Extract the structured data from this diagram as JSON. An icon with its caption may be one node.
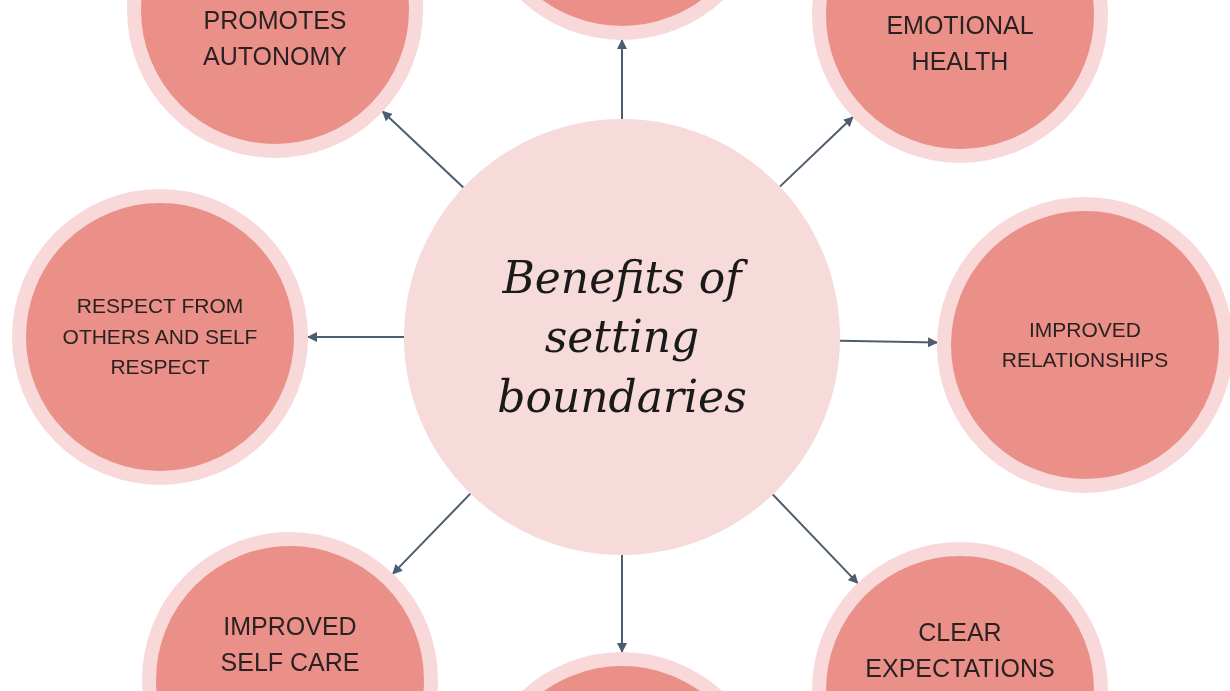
{
  "diagram": {
    "nodes": [
      {
        "text": [
          "Benefits of setting boundaries"
        ]
      },
      {
        "text": [
          "PROMOTES AUTONOMY"
        ]
      },
      {
        "text": [],
        "shape": "circle"
      },
      {
        "text": [
          "EMOTIONAL HEALTH"
        ]
      },
      {
        "text": [
          "RESPECT FROM OTHERS AND SELF RESPECT"
        ]
      },
      {
        "text": [
          "IMPROVED RELATIONSHIPS"
        ]
      },
      {
        "text": [
          "IMPROVED SELF CARE"
        ]
      },
      {
        "text": [],
        "shape": "circle"
      },
      {
        "text": [
          "CLEAR EXPECTATIONS"
        ]
      }
    ],
    "edges": [
      {
        "from": 0,
        "to": 1,
        "arrow": "to"
      },
      {
        "from": 0,
        "to": 2,
        "arrow": "to"
      },
      {
        "from": 0,
        "to": 3,
        "arrow": "to"
      },
      {
        "from": 0,
        "to": 4,
        "arrow": "to"
      },
      {
        "from": 0,
        "to": 5,
        "arrow": "to"
      },
      {
        "from": 0,
        "to": 6,
        "arrow": "to"
      },
      {
        "from": 0,
        "to": 7,
        "arrow": "to"
      },
      {
        "from": 0,
        "to": 8,
        "arrow": "to"
      }
    ]
  }
}
